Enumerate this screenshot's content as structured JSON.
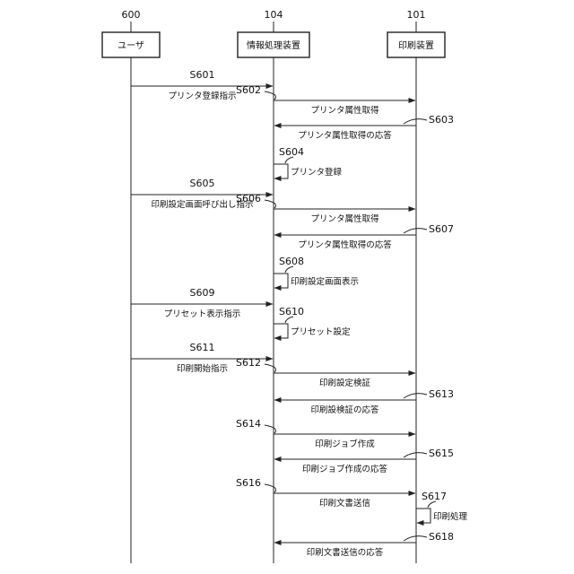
{
  "actors": [
    {
      "ref": "600",
      "name": "ユーザ"
    },
    {
      "ref": "104",
      "name": "情報処理装置"
    },
    {
      "ref": "101",
      "name": "印刷装置"
    }
  ],
  "messages": [
    {
      "step": "S601",
      "label": "プリンタ登録指示",
      "from": 0,
      "to": 1
    },
    {
      "step": "S602",
      "label": "プリンタ属性取得",
      "from": 1,
      "to": 2
    },
    {
      "step": "S603",
      "label": "プリンタ属性取得の応答",
      "from": 2,
      "to": 1
    },
    {
      "step": "S604",
      "label": "プリンタ登録",
      "from": 1,
      "to": 1
    },
    {
      "step": "S605",
      "label": "印刷設定画面呼び出し指示",
      "from": 0,
      "to": 1
    },
    {
      "step": "S606",
      "label": "プリンタ属性取得",
      "from": 1,
      "to": 2
    },
    {
      "step": "S607",
      "label": "プリンタ属性取得の応答",
      "from": 2,
      "to": 1
    },
    {
      "step": "S608",
      "label": "印刷設定画面表示",
      "from": 1,
      "to": 1
    },
    {
      "step": "S609",
      "label": "プリセット表示指示",
      "from": 0,
      "to": 1
    },
    {
      "step": "S610",
      "label": "プリセット設定",
      "from": 1,
      "to": 1
    },
    {
      "step": "S611",
      "label": "印刷開始指示",
      "from": 0,
      "to": 1
    },
    {
      "step": "S612",
      "label": "印刷設定検証",
      "from": 1,
      "to": 2
    },
    {
      "step": "S613",
      "label": "印刷設検証の応答",
      "from": 2,
      "to": 1
    },
    {
      "step": "S614",
      "label": "印刷ジョブ作成",
      "from": 1,
      "to": 2
    },
    {
      "step": "S615",
      "label": "印刷ジョブ作成の応答",
      "from": 2,
      "to": 1
    },
    {
      "step": "S616",
      "label": "印刷文書送信",
      "from": 1,
      "to": 2
    },
    {
      "step": "S617",
      "label": "印刷処理",
      "from": 2,
      "to": 2
    },
    {
      "step": "S618",
      "label": "印刷文書送信の応答",
      "from": 2,
      "to": 1
    }
  ]
}
